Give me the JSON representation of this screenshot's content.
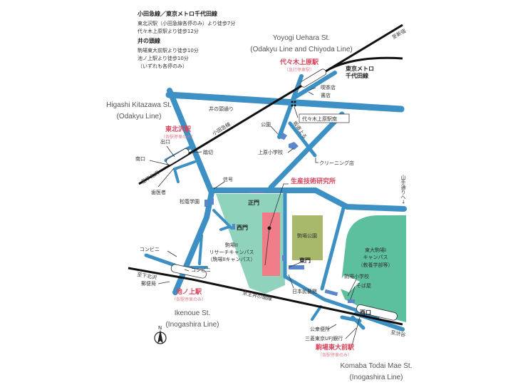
{
  "header": {
    "line1_title": "小田急線／東京メトロ千代田線",
    "line1_a": "東北沢駅（小田急線各停のみ）より徒歩7分",
    "line1_b": "代々木上原駅より徒歩12分",
    "line2_title": "井の頭線",
    "line2_a": "駒場東大前駅より徒歩10分",
    "line2_b": "池ノ上駅より徒歩10分",
    "line2_c": "（いずれも各停のみ）"
  },
  "stations": {
    "yoyogi": {
      "en1": "Yoyogi Uehara St.",
      "en2": "(Odakyu Line and Chiyoda Line)",
      "jp": "代々木上原駅",
      "sub": "（急行停車駅）"
    },
    "higashi": {
      "en1": "Higashi Kitazawa St.",
      "en2": "(Odakyu Line)",
      "jp": "東北沢駅",
      "sub": "（各駅停車のみ）"
    },
    "ikenoue": {
      "en1": "Ikenoue St.",
      "en2": "(Inogashira Line)",
      "jp": "池ノ上駅",
      "sub": "（各駅停車のみ）"
    },
    "komaba": {
      "en1": "Komaba Todai Mae St.",
      "en2": "(Inogashira Line)",
      "jp": "駒場東大前駅",
      "sub": "（各駅停車のみ）"
    }
  },
  "labels": {
    "chiyoda1": "東京メトロ",
    "chiyoda2": "千代田線",
    "to_shinjuku": "至新宿",
    "cafe": "喫茶店",
    "bookstore": "書店",
    "yoyogi_south": "代々木上原駅南",
    "inokashira_dori": "井の頭通り",
    "odakyu_line": "小田急線",
    "park": "公園",
    "uehara_school": "上原小学校",
    "slope": "坂道上る",
    "cleaning": "クリーニング店",
    "exit": "出口",
    "south_exit": "南口",
    "crossing": "踏切",
    "to_shimokitazawa1": "至下北沢",
    "dentist": "歯医者",
    "signal": "信号",
    "shoin": "松蔭学園",
    "iis": "生産技術研究所",
    "yamate": "山手通りへ→",
    "main_gate": "正門",
    "west_gate": "西門",
    "east_gate": "東門",
    "campus2_1": "駒場II",
    "campus2_2": "リサーチキャンパス",
    "campus2_3": "（駒場IIキャンパス）",
    "komaba_park": "駒場公園",
    "mingeikan": "日本民藝館",
    "campus1_1": "東大駒場I",
    "campus1_2": "キャンパス",
    "campus1_3": "（教養学部等）",
    "komaba_school": "駒場小学校",
    "soba": "そば屋",
    "west_exit": "西口",
    "toilet": "公衆便所",
    "bank": "三菱東京UFJ銀行",
    "to_shibuya": "至渋谷",
    "konbini1": "コンビニ",
    "konbini2": "コンビニ",
    "to_shimokitazawa2": "至下北沢",
    "post": "郵便局",
    "keio_line": "京王井の頭線",
    "north": "N"
  },
  "colors": {
    "road": "#3d90c4",
    "campus2": "#8fd3bd",
    "campus1": "#5cbf9e",
    "iis": "#f07c88",
    "park": "#a8b96c",
    "building": "#5b86cc",
    "station_label": "#d9435a"
  }
}
